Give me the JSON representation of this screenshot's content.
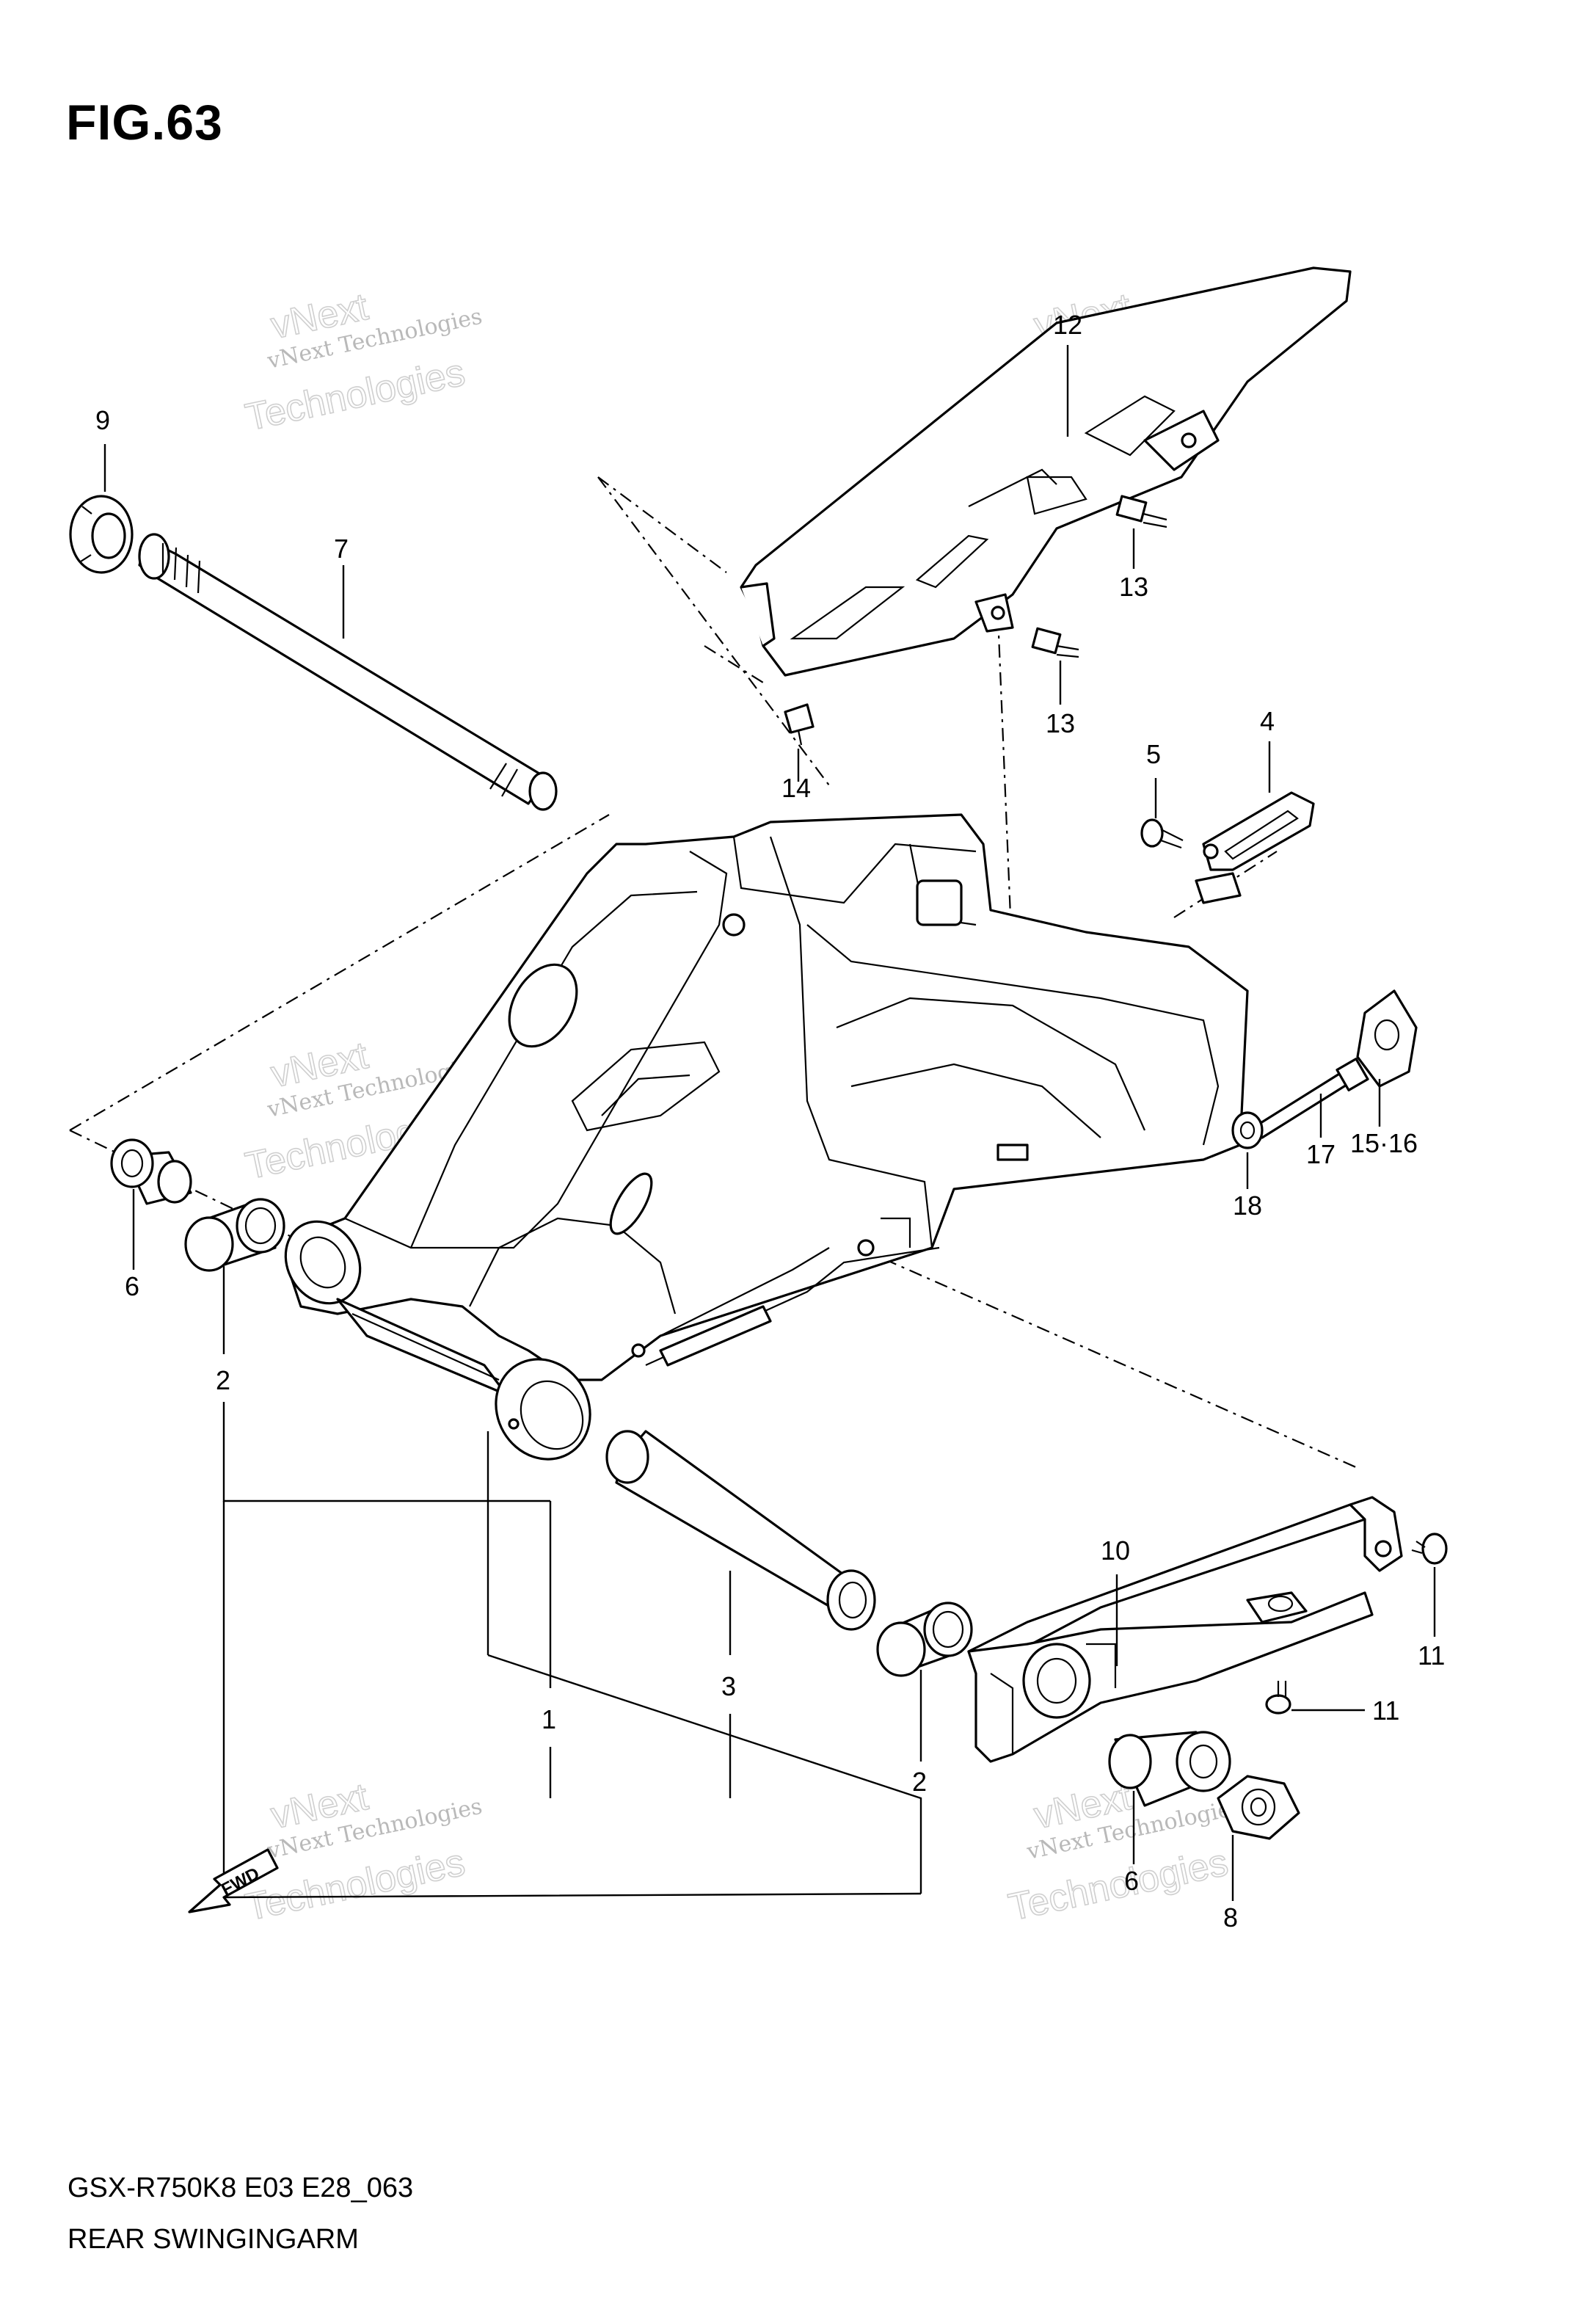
{
  "figure": {
    "title": "FIG.63",
    "model_code": "GSX-R750K8 E03 E28_063",
    "name": "REAR SWINGINGARM"
  },
  "fwd_label": "FWD",
  "watermark": {
    "line1": "vNext Technologies",
    "line2": "vNext",
    "line3": "Technologies"
  },
  "callouts": {
    "c1": "1",
    "c2a": "2",
    "c2b": "2",
    "c3": "3",
    "c4": "4",
    "c5": "5",
    "c6a": "6",
    "c6b": "6",
    "c7": "7",
    "c8": "8",
    "c9": "9",
    "c10": "10",
    "c11a": "11",
    "c11b": "11",
    "c12": "12",
    "c13a": "13",
    "c13b": "13",
    "c14": "14",
    "c1516": "15·16",
    "c17": "17",
    "c18": "18"
  }
}
